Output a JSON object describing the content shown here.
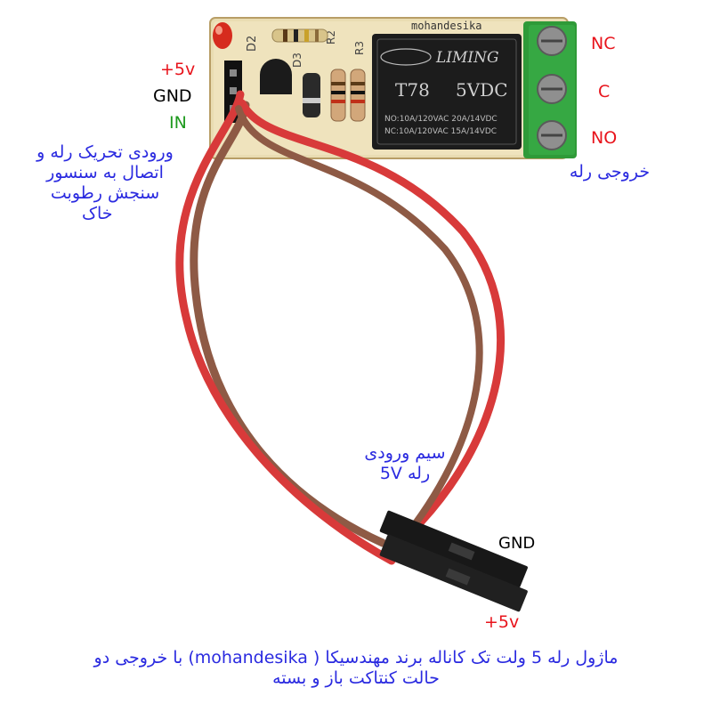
{
  "colors": {
    "red_label": "#e8141c",
    "blue_label": "#2a2ae0",
    "green_label": "#1f9a1f",
    "pcb": "#e9dcb2",
    "relay_body": "#1c1c1c",
    "terminal_block": "#2f9a38",
    "wire_red": "#d83a3a",
    "wire_brown": "#8e5a45"
  },
  "pcb": {
    "brand": "mohandesika",
    "silk_d2": "D2",
    "silk_r2": "R2",
    "silk_r3": "R3",
    "silk_d3": "D3"
  },
  "relay": {
    "logo": "LIMING",
    "model": "T78",
    "voltage": "5VDC",
    "rating_no": "NO:10A/120VAC 20A/14VDC",
    "rating_nc": "NC:10A/120VAC 15A/14VDC"
  },
  "left_pins": {
    "plus5v": "+5v",
    "gnd": "GND",
    "in": "IN"
  },
  "left_desc": {
    "line1": "ورودی تحریک رله و",
    "line2": "اتصال به سنسور",
    "line3": "سنجش رطوبت",
    "line4": "خاک"
  },
  "terminals": {
    "nc": "NC",
    "c": "C",
    "no": "NO",
    "output_label": "خروجی رله"
  },
  "wire_label": {
    "line1": "سیم ورودی",
    "line2": "رله 5V"
  },
  "connector_labels": {
    "gnd": "GND",
    "plus5v": "+5v"
  },
  "caption": {
    "line1": "ماژول رله 5 ولت تک کاناله برند مهندسیکا ( mohandesika) با خروجی دو",
    "line2": "حالت کنتاکت باز و بسته"
  }
}
